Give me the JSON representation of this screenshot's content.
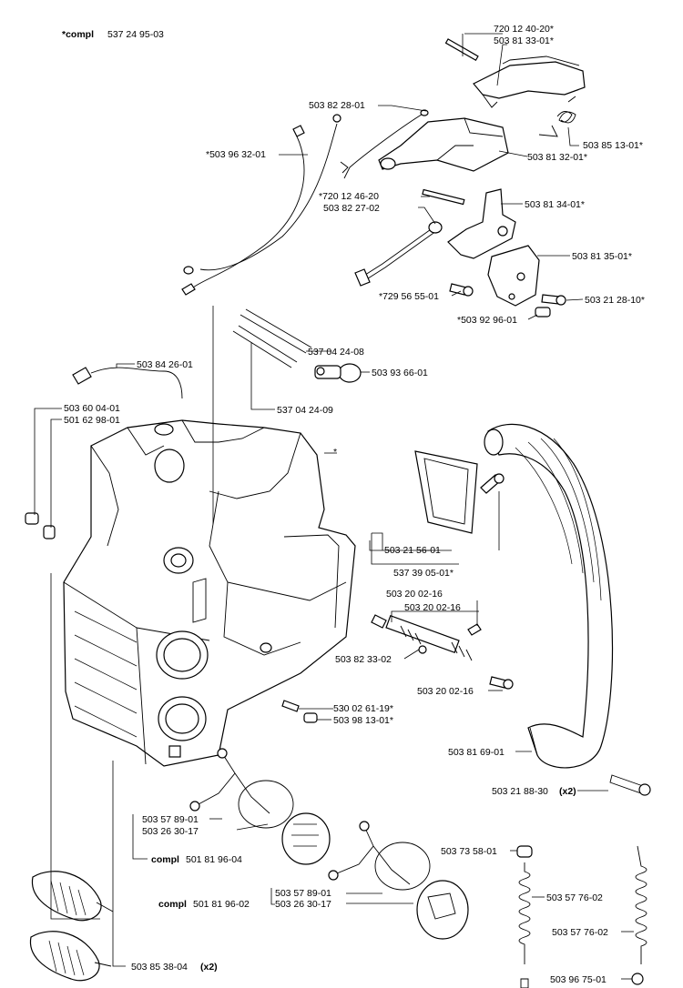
{
  "header": {
    "prefix": "*compl",
    "number": "537 24 95-03"
  },
  "labels": {
    "l_720_12_40_20": "720 12 40-20*",
    "l_503_81_33_01": "503 81 33-01*",
    "l_503_82_28_01": "503 82 28-01",
    "l_503_96_32_01": "*503 96 32-01",
    "l_503_85_13_01": "503 85 13-01*",
    "l_503_81_32_01": "503 81 32-01*",
    "l_720_12_46_20": "*720 12 46-20",
    "l_503_82_27_02": "503 82 27-02",
    "l_503_81_34_01": "503 81 34-01*",
    "l_503_81_35_01": "503 81 35-01*",
    "l_729_56_55_01": "*729 56 55-01",
    "l_503_21_28_10": "503 21 28-10*",
    "l_503_92_96_01": "*503 92 96-01",
    "l_537_04_24_08": "537 04 24-08",
    "l_503_84_26_01": "503 84 26-01",
    "l_503_93_66_01": "503 93 66-01",
    "l_537_04_24_09": "537 04 24-09",
    "l_503_60_04_01": "503 60 04-01",
    "l_501_62_98_01": "501 62 98-01",
    "l_star": "*",
    "l_503_21_56_01": "503 21 56-01",
    "l_537_39_05_01": "537 39 05-01*",
    "l_503_20_02_16_a": "503 20 02-16",
    "l_503_20_02_16_b": "503 20 02-16",
    "l_503_82_33_02": "503 82 33-02",
    "l_503_20_02_16_c": "503 20 02-16",
    "l_530_02_61_19": "530 02 61-19*",
    "l_503_98_13_01": "503 98 13-01*",
    "l_503_81_69_01": "503 81 69-01",
    "l_503_21_88_30": "503 21 88-30",
    "l_x2_a": "(x2)",
    "l_503_57_89_01_a": "503 57 89-01",
    "l_503_26_30_17_a": "503 26 30-17",
    "l_compl_a_prefix": "compl",
    "l_compl_a_num": "501 81 96-04",
    "l_503_73_58_01": "503 73 58-01",
    "l_503_57_89_01_b": "503 57 89-01",
    "l_compl_b_prefix": "compl",
    "l_compl_b_num": "501 81 96-02",
    "l_503_26_30_17_b": "503 26 30-17",
    "l_503_57_76_02_a": "503 57 76-02",
    "l_503_57_76_02_b": "503 57 76-02",
    "l_503_85_38_04": "503 85 38-04",
    "l_x2_b": "(x2)",
    "l_503_96_75_01": "503 96 75-01"
  }
}
